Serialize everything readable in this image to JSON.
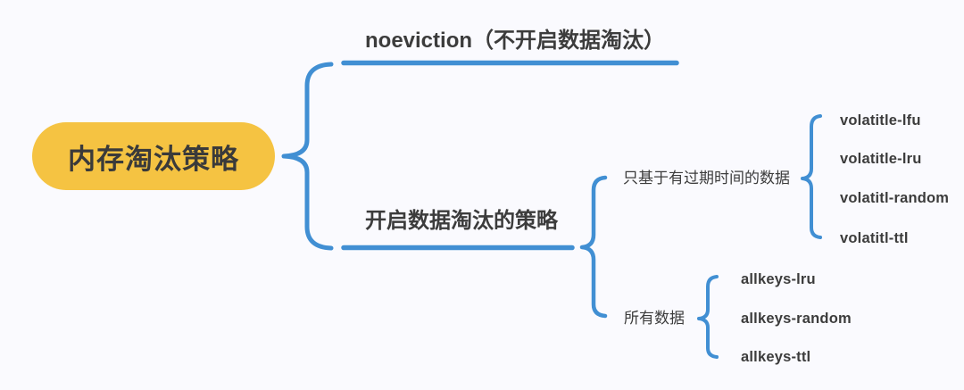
{
  "diagram": {
    "type": "mindmap",
    "colors": {
      "background": "#FAFAFE",
      "connector_blue": "#418FD3",
      "root_node_yellow": "#F5C342",
      "text_dark": "#3C3C3C"
    },
    "root": {
      "label": "内存淘汰策略"
    },
    "branches": [
      {
        "label": "noeviction（不开启数据淘汰）",
        "children": []
      },
      {
        "label": "开启数据淘汰的策略",
        "children": [
          {
            "label": "只基于有过期时间的数据",
            "children": [
              "volatitle-lfu",
              "volatitle-lru",
              "volatitl-random",
              "volatitl-ttl"
            ]
          },
          {
            "label": "所有数据",
            "children": [
              "allkeys-lru",
              "allkeys-random",
              "allkeys-ttl"
            ]
          }
        ]
      }
    ]
  }
}
